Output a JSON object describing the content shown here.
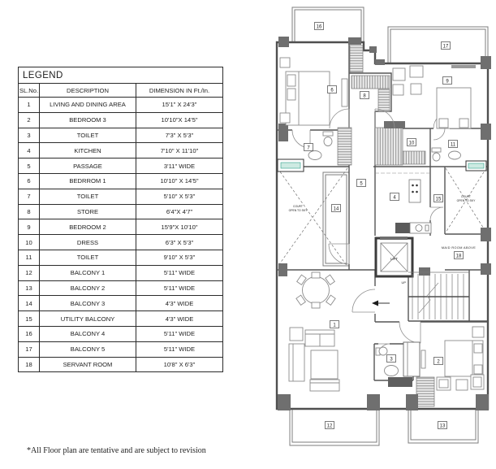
{
  "colors": {
    "wall": "#4f4f4f",
    "light_line": "#8a8a8a",
    "column_fill": "#6f6f6f",
    "hatch_bg": "#ececec",
    "accent_teal": "#2e9e8a",
    "text": "#1c1c1c"
  },
  "legend": {
    "title": "LEGEND",
    "headers": [
      "SL.No.",
      "DESCRIPTION",
      "DIMENSION IN Ft./In."
    ],
    "rows": [
      [
        "1",
        "LIVING AND DINING AREA",
        "15'1\" X 24'3\""
      ],
      [
        "2",
        "BEDROOM 3",
        "10'10\"X 14'5\""
      ],
      [
        "3",
        "TOILET",
        "7'3\" X 5'3\""
      ],
      [
        "4",
        "KITCHEN",
        "7'10\" X 11'10\""
      ],
      [
        "5",
        "PASSAGE",
        "3'11\" WIDE"
      ],
      [
        "6",
        "BEDRROM 1",
        "10'10\" X 14'5\""
      ],
      [
        "7",
        "TOILET",
        "5'10\" X 5'3\""
      ],
      [
        "8",
        "STORE",
        "6'4\"X 4'7\""
      ],
      [
        "9",
        "BEDROOM 2",
        "15'9\"X 10'10\""
      ],
      [
        "10",
        "DRESS",
        "6'3\" X 5'3\""
      ],
      [
        "11",
        "TOILET",
        "9'10\" X 5'3\""
      ],
      [
        "12",
        "BALCONY 1",
        "5'11\" WIDE"
      ],
      [
        "13",
        "BALCONY 2",
        "5'11\" WIDE"
      ],
      [
        "14",
        "BALCONY 3",
        "4'3\" WIDE"
      ],
      [
        "15",
        "UTILITY BALCONY",
        "4'3\" WIDE"
      ],
      [
        "16",
        "BALCONY 4",
        "5'11\" WIDE"
      ],
      [
        "17",
        "BALCONY 5",
        "5'11\" WIDE"
      ],
      [
        "18",
        "SERVANT ROOM",
        "10'8\" X 6'3\""
      ]
    ]
  },
  "footnote": "*All Floor plan are tentative and are subject to revision",
  "plan": {
    "labels": [
      "1",
      "2",
      "3",
      "4",
      "5",
      "6",
      "7",
      "8",
      "9",
      "10",
      "11",
      "12",
      "13",
      "14",
      "15",
      "16",
      "17",
      "18"
    ],
    "texts": {
      "court_left_1": "COURT",
      "court_left_2": "OPEN TO SKY",
      "court_right_1": "COURT",
      "court_right_2": "OPEN TO SKY",
      "maid_room": "MAID ROOM ABOVE",
      "lift": "LIFT",
      "up": "UP"
    }
  }
}
